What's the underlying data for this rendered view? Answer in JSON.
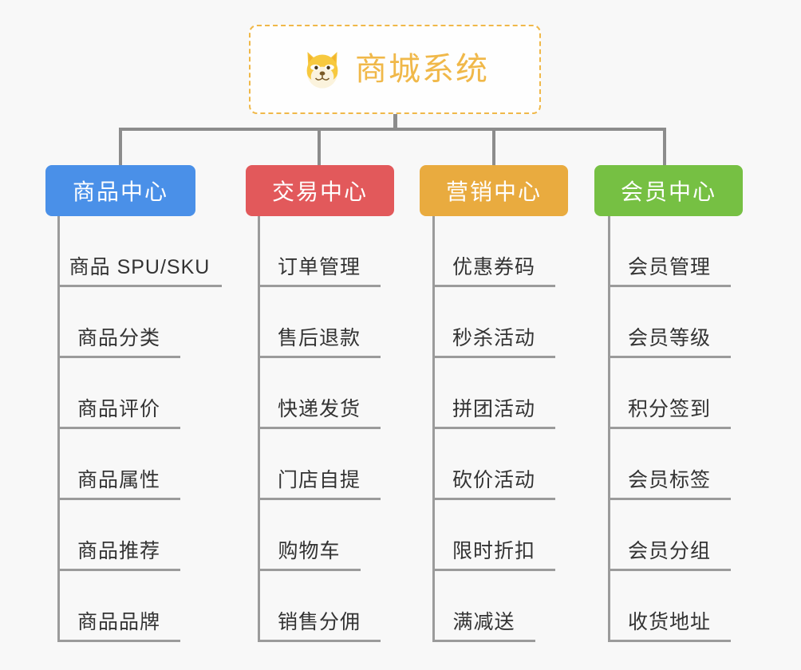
{
  "background_color": "#f8f8f8",
  "root": {
    "title": "商城系统",
    "icon": "shiba-dog-icon",
    "color": "#f0b849",
    "border_style": "dashed"
  },
  "connector_color": "#8c8c8c",
  "leaf_line_color": "#9b9b9b",
  "leaf_text_color": "#333333",
  "categories": [
    {
      "label": "商品中心",
      "color": "#4a90e8",
      "items": [
        {
          "label": "商品 SPU/SKU"
        },
        {
          "label": "商品分类"
        },
        {
          "label": "商品评价"
        },
        {
          "label": "商品属性"
        },
        {
          "label": "商品推荐"
        },
        {
          "label": "商品品牌"
        }
      ]
    },
    {
      "label": "交易中心",
      "color": "#e2595b",
      "items": [
        {
          "label": "订单管理"
        },
        {
          "label": "售后退款"
        },
        {
          "label": "快递发货"
        },
        {
          "label": "门店自提"
        },
        {
          "label": "购物车"
        },
        {
          "label": "销售分佣"
        }
      ]
    },
    {
      "label": "营销中心",
      "color": "#e9ab3f",
      "items": [
        {
          "label": "优惠券码"
        },
        {
          "label": "秒杀活动"
        },
        {
          "label": "拼团活动"
        },
        {
          "label": "砍价活动"
        },
        {
          "label": "限时折扣"
        },
        {
          "label": "满减送"
        }
      ]
    },
    {
      "label": "会员中心",
      "color": "#76c043",
      "items": [
        {
          "label": "会员管理"
        },
        {
          "label": "会员等级"
        },
        {
          "label": "积分签到"
        },
        {
          "label": "会员标签"
        },
        {
          "label": "会员分组"
        },
        {
          "label": "收货地址"
        }
      ]
    }
  ]
}
